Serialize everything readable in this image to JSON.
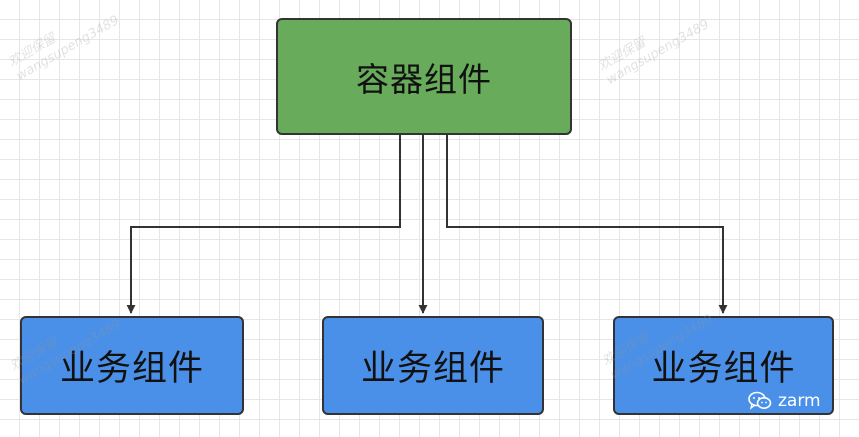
{
  "root_node": {
    "label": "容器组件"
  },
  "children": [
    {
      "label": "业务组件"
    },
    {
      "label": "业务组件"
    },
    {
      "label": "业务组件"
    }
  ],
  "watermark": {
    "line1": "欢迎保留",
    "line2": "wangsupeng3489"
  },
  "brand": {
    "name": "zarm",
    "icon": "wechat-icon"
  },
  "colors": {
    "root": "#67ab5b",
    "child": "#4a90e8",
    "edge": "#333333"
  }
}
